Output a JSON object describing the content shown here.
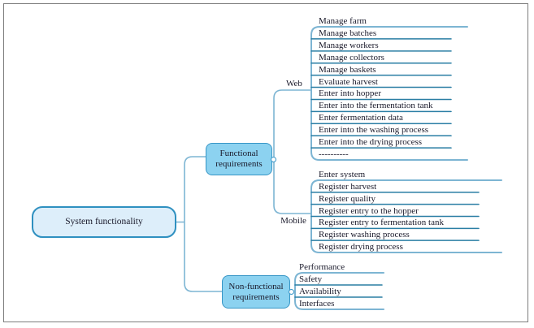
{
  "diagram": {
    "root": {
      "label": "System functionality"
    },
    "branches": {
      "functional": {
        "label": "Functional requirements"
      },
      "web": {
        "label": "Web",
        "items": [
          "Manage farm",
          "Manage batches",
          "Manage workers",
          "Manage collectors",
          "Manage baskets",
          "Evaluate harvest",
          "Enter into hopper",
          "Enter into the fermentation tank",
          "Enter fermentation data",
          "Enter into the washing process",
          "Enter into the drying process",
          "----------"
        ]
      },
      "mobile": {
        "label": "Mobile",
        "items": [
          "Enter system",
          "Register harvest",
          "Register quality",
          "Register entry to the hopper",
          "Register entry to fermentation tank",
          "Register washing process",
          "Register drying process"
        ]
      },
      "nonfunctional": {
        "label": "Non-functional requirements",
        "items": [
          "Performance",
          "Safety",
          "Availability",
          "Interfaces"
        ]
      }
    }
  },
  "colors": {
    "box_fill": "#8cd2f0",
    "box_border": "#3695c6",
    "root_fill": "#ddeefa",
    "root_border": "#2f90c0",
    "bracket_line": "#7db5d3",
    "item_line": "#2a7ea4",
    "text": "#1a1a2b",
    "frame_border": "#7d7d7d"
  }
}
